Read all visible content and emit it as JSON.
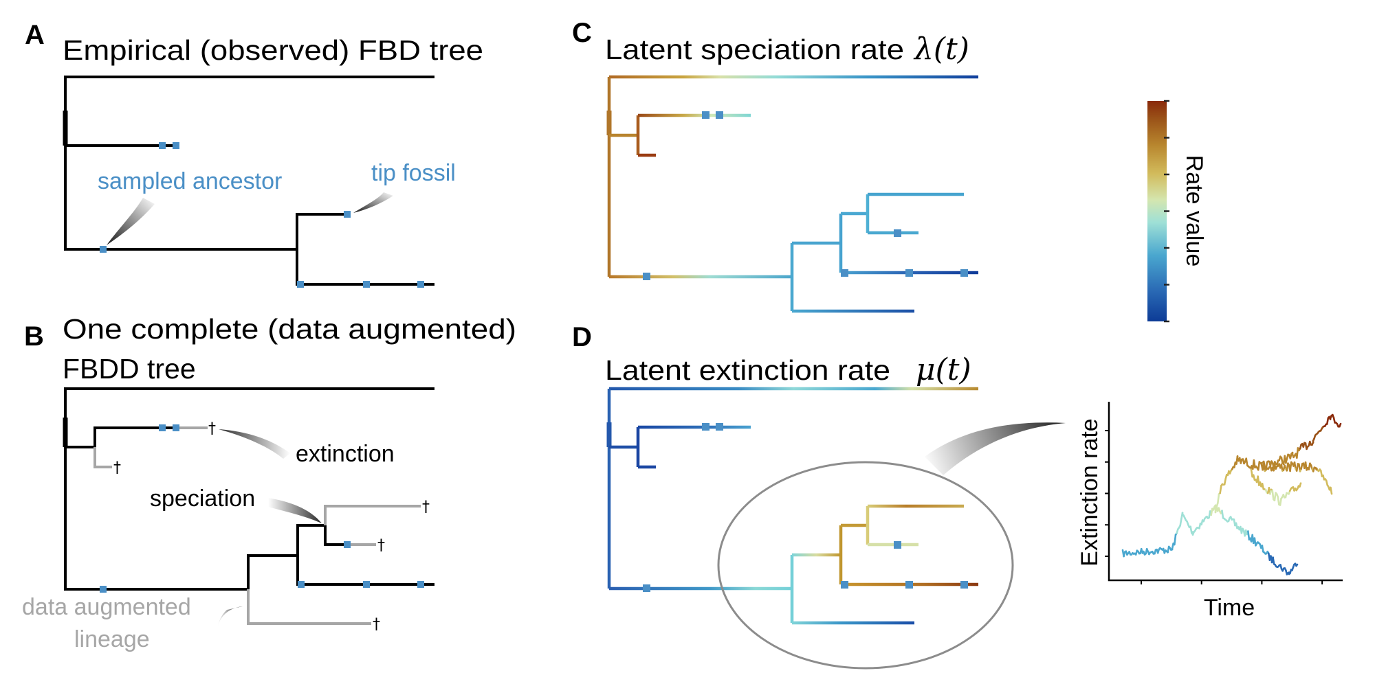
{
  "panels": {
    "A": {
      "letter": "A",
      "title": "Empirical (observed) FBD tree",
      "annotations": {
        "sampled_ancestor": "sampled ancestor",
        "tip_fossil": "tip fossil"
      }
    },
    "B": {
      "letter": "B",
      "title_line1": "One complete (data augmented)",
      "title_line2": "FBDD tree",
      "annotations": {
        "extinction": "extinction",
        "speciation": "speciation",
        "augmented_line1": "data augmented",
        "augmented_line2": "lineage"
      },
      "extinct_marker": "†"
    },
    "C": {
      "letter": "C",
      "title": "Latent speciation rate",
      "math": "λ(t)"
    },
    "D": {
      "letter": "D",
      "title": "Latent extinction rate",
      "math": "μ(t)"
    }
  },
  "colorbar": {
    "label": "Rate value",
    "tick_count": 7,
    "colors_low_to_high": [
      "#0d3b96",
      "#2a6ab5",
      "#4aa7cf",
      "#9fe0d6",
      "#d4e6b0",
      "#d2bb5c",
      "#b8862e",
      "#9a5218",
      "#8a2a0a"
    ]
  },
  "inset": {
    "xlabel": "Time",
    "ylabel": "Extinction rate",
    "x_tick_count": 4,
    "y_tick_count": 5
  },
  "colors": {
    "fossil": "#4a8fc6",
    "observed_branch": "#000000",
    "augmented_branch": "#a6a6a6",
    "annotation_blue": "#4a8fc6",
    "ellipse": "#8c8c8c"
  }
}
